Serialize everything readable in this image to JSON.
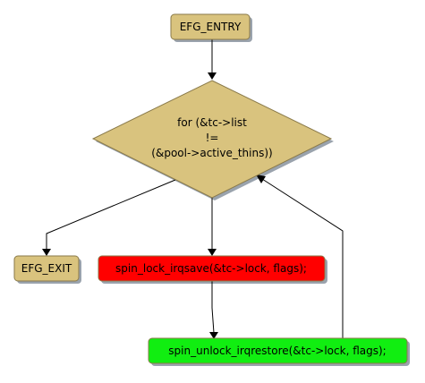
{
  "diagram": {
    "nodes": {
      "entry": {
        "label": "EFG_ENTRY",
        "color": "#d9c37e"
      },
      "decision": {
        "lines": [
          "for (&tc->list",
          "!=",
          "(&pool->active_thins))"
        ],
        "color": "#d9c37e"
      },
      "exit": {
        "label": "EFG_EXIT",
        "color": "#d9c37e"
      },
      "lock": {
        "label": "spin_lock_irqsave(&tc->lock, flags);",
        "color": "#ff0000"
      },
      "unlock": {
        "label": "spin_unlock_irqrestore(&tc->lock, flags);",
        "color": "#11ee11"
      }
    },
    "edges": [
      {
        "from": "entry",
        "to": "decision"
      },
      {
        "from": "decision",
        "to": "exit"
      },
      {
        "from": "decision",
        "to": "lock"
      },
      {
        "from": "lock",
        "to": "unlock"
      },
      {
        "from": "unlock",
        "to": "decision"
      }
    ],
    "colors": {
      "line": "#000000",
      "border": "#8a7a4a",
      "shadow": "#9aa3ad"
    }
  }
}
